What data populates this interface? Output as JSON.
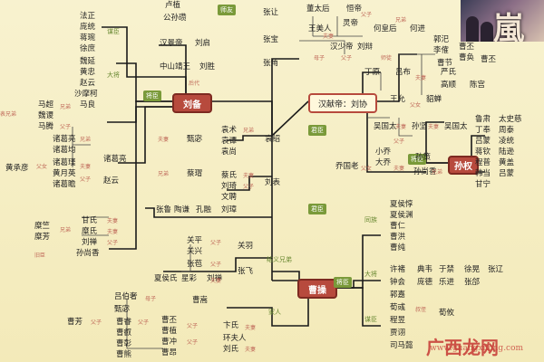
{
  "hubs": {
    "liu_bei": "刘备",
    "xian_di": "汉献帝：刘协",
    "sun_quan": "孙权",
    "cao_cao": "曹操"
  },
  "tags": [
    "师友",
    "将臣",
    "君臣",
    "将臣",
    "将臣"
  ],
  "people": {
    "top_center": [
      "卢植",
      "公孙瓒",
      "汉景帝",
      "刘启",
      "中山靖王",
      "刘胜"
    ],
    "left_upper": [
      "法正",
      "庞统",
      "蒋琬",
      "徐庶",
      "魏延",
      "黄忠",
      "赵云",
      "沙摩柯",
      "马超",
      "马良",
      "魏谡",
      "马腾"
    ],
    "left_mid": [
      "诸葛亮",
      "诸葛均",
      "诸葛瑾",
      "黄承彦",
      "黄月英",
      "诸葛瞻",
      "赵云"
    ],
    "left_lower": [
      "甘氏",
      "糜竺",
      "糜芳",
      "刘禅",
      "孙尚香",
      "糜氏"
    ],
    "center_mid": [
      "袁术",
      "袁谭",
      "袁尚",
      "甄宓",
      "袁绍",
      "蔡瑁",
      "蔡氏",
      "刘琦",
      "刘表",
      "文聘",
      "张鲁",
      "陶谦",
      "孔融",
      "刘璋"
    ],
    "top_right": [
      "董太后",
      "恒帝",
      "灵帝",
      "何皇后",
      "何进",
      "张让",
      "王美人",
      "刘辩",
      "张宝",
      "张角",
      "汉少帝",
      "刘协",
      "郭汜",
      "李傕",
      "曹丕",
      "曹奂",
      "曹节",
      "严氏",
      "吕布",
      "丁原",
      "高顺",
      "陈宫",
      "王允",
      "貂蝉"
    ],
    "right_mid": [
      "吴国太",
      "孙坚",
      "吴国太",
      "孙策",
      "大乔",
      "小乔",
      "乔国老",
      "孙尚香",
      "鲁肃",
      "太史慈",
      "丁奉",
      "周泰",
      "吕蒙",
      "凌统",
      "蒋钦",
      "陆逊",
      "程普",
      "黄盖",
      "韩当",
      "吕蒙",
      "甘宁"
    ],
    "bottom_left": [
      "关羽",
      "关平",
      "关兴",
      "张飞",
      "张苞",
      "夏侯氏",
      "星彩",
      "刘禅",
      "吕伯奢",
      "曹嵩",
      "曹丕",
      "卞氏",
      "曹植",
      "曹冲",
      "环夫人",
      "刘氏",
      "曹昂"
    ],
    "bottom_right": [
      "夏侯惇",
      "夏侯渊",
      "曹仁",
      "曹洪",
      "曹纯",
      "许褚",
      "典韦",
      "于禁",
      "徐晃",
      "张辽",
      "钟会",
      "庞德",
      "乐进",
      "张郃",
      "郭嘉",
      "荀彧",
      "荀攸",
      "程昱",
      "贾诩",
      "司马懿"
    ],
    "bottom_far_left": [
      "曹芳",
      "曹睿",
      "曹叡",
      "曹彰",
      "曹熊",
      "甄宓"
    ]
  },
  "relation_words": [
    "夫妻",
    "父子",
    "母子",
    "兄弟",
    "父女",
    "师徒",
    "结义兄弟",
    "表兄弟",
    "岳父",
    "旧臣",
    "后代",
    "叔侄"
  ],
  "group_labels": {
    "ministers": "谋臣",
    "generals": "大将",
    "same_clan": "同族",
    "family": "家人",
    "strategists": "谋臣",
    "allies": "结义兄弟"
  },
  "watermark": {
    "line1": "广西龙网",
    "line2": "www.guangxilong.com"
  },
  "poster_glyph": "嵐",
  "colors": {
    "hub": "#b74a3d",
    "line": "#1a1a1a",
    "accent_green": "#7a9a3a",
    "relation": "#c06a5a"
  }
}
